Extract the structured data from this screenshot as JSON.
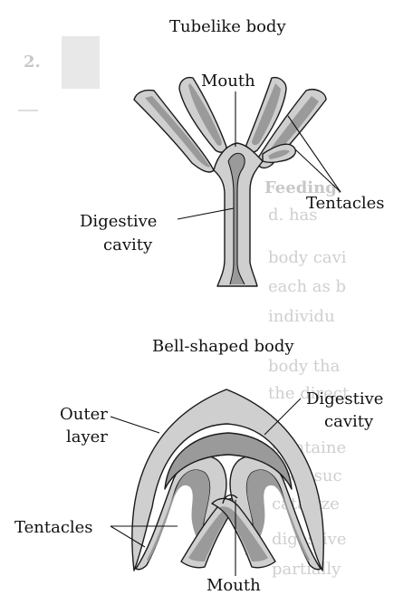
{
  "titles": {
    "tube": "Tubelike body",
    "bell": "Bell-shaped body"
  },
  "labels": {
    "mouth_top": "Mouth",
    "tentacles_top": "Tentacles",
    "digestive_top_1": "Digestive",
    "digestive_top_2": "cavity",
    "digestive_bell_1": "Digestive",
    "digestive_bell_2": "cavity",
    "outer_1": "Outer",
    "outer_2": "layer",
    "tentacles_bell": "Tentacles",
    "mouth_bell": "Mouth"
  },
  "background_text": {
    "number": "2.",
    "lines": [
      "Feeding.",
      "d. has",
      "body cavi",
      "each as b",
      "individu",
      "body tha",
      "the direct",
      "Containe",
      "prey suc",
      "catalyze",
      "digestive",
      "partially"
    ]
  },
  "colors": {
    "tissue": "#cfcfcf",
    "inner_tissue": "#9a9a9a",
    "outline": "#1a1a1a"
  }
}
